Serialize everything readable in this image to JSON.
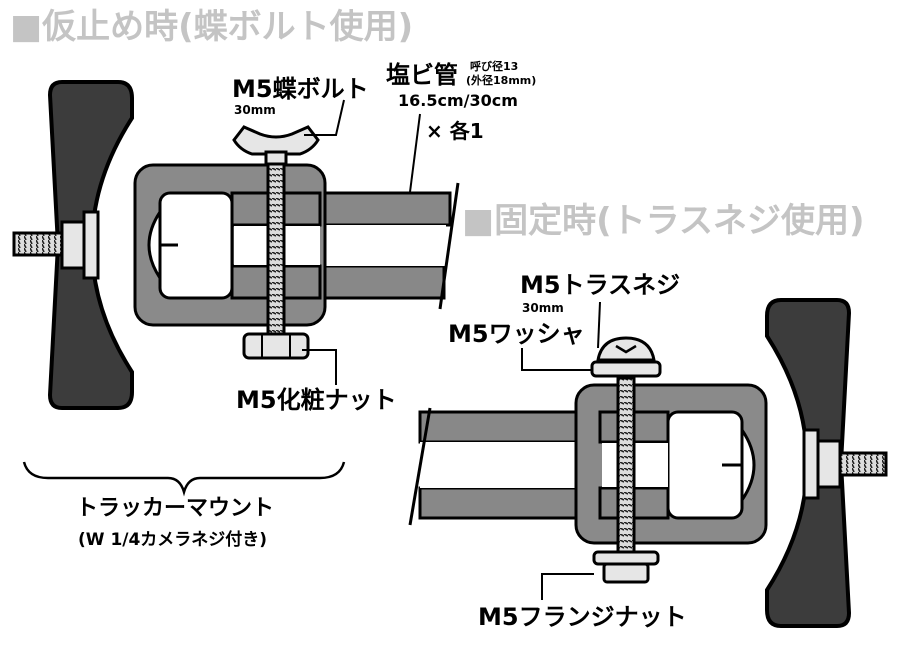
{
  "sections": {
    "temporary": "■仮止め時(蝶ボルト使用)",
    "fixed": "■固定時(トラスネジ使用)"
  },
  "labels": {
    "wing_bolt": "M5蝶ボルト",
    "wing_bolt_len": "30mm",
    "pipe": "塩ビ管",
    "pipe_spec1": "呼び径13",
    "pipe_spec2": "(外径18mm)",
    "pipe_len": "16.5cm/30cm",
    "pipe_qty": "× 各1",
    "cap_nut": "M5化粧ナット",
    "mount": "トラッカーマウント",
    "mount_sub": "(W 1/4カメラネジ付き)",
    "truss_screw": "M5トラスネジ",
    "truss_len": "30mm",
    "washer": "M5ワッシャ",
    "flange_nut": "M5フランジナット"
  },
  "colors": {
    "dark": "#3c3c3c",
    "gray": "#888888",
    "light": "#c8c8c8",
    "section": "#c4c4c4"
  }
}
